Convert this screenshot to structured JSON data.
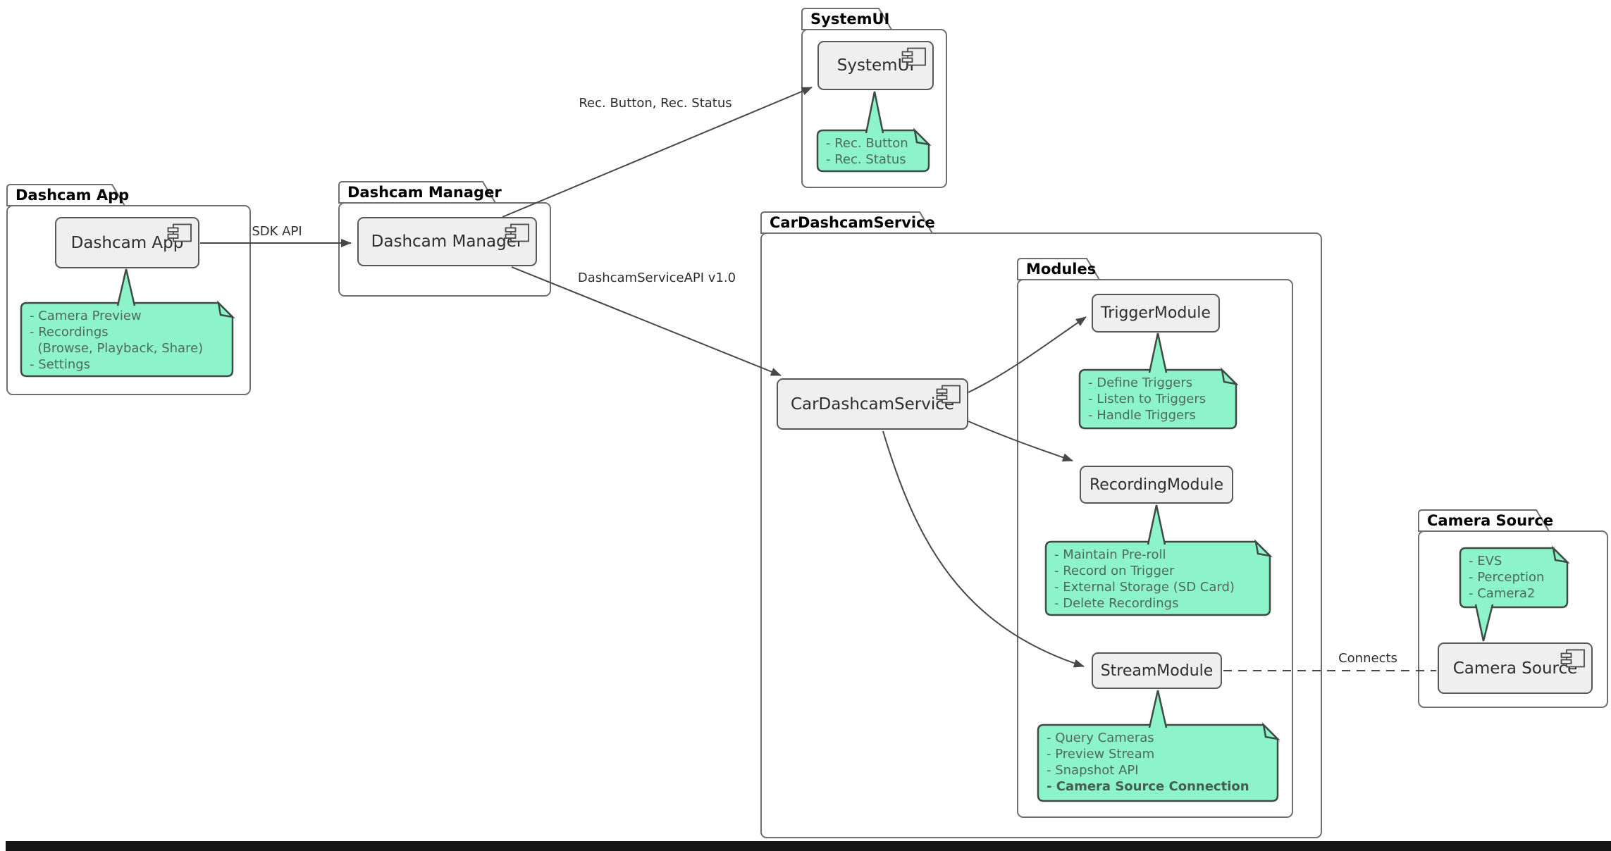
{
  "colors": {
    "note_fill": "#8DF3C8",
    "note_border": "#3F4A44",
    "note_text": "#4E6A5C",
    "component_fill": "#EFEFEF",
    "component_border": "#585858",
    "package_border": "#6F6F6F",
    "edge": "#484848",
    "bottom_bar": "#141414"
  },
  "packages": {
    "dashcam_app": {
      "title": "Dashcam App"
    },
    "dashcam_manager": {
      "title": "Dashcam Manager"
    },
    "systemui": {
      "title": "SystemUI"
    },
    "car_dashcam_service": {
      "title": "CarDashcamService"
    },
    "modules": {
      "title": "Modules"
    },
    "camera_source": {
      "title": "Camera Source"
    }
  },
  "components": {
    "dashcam_app": {
      "label": "Dashcam App"
    },
    "dashcam_manager": {
      "label": "Dashcam Manager"
    },
    "systemui": {
      "label": "SystemUI"
    },
    "car_dashcam_service": {
      "label": "CarDashcamService"
    },
    "trigger_module": {
      "label": "TriggerModule"
    },
    "recording_module": {
      "label": "RecordingModule"
    },
    "stream_module": {
      "label": "StreamModule"
    },
    "camera_source": {
      "label": "Camera Source"
    }
  },
  "notes": {
    "dashcam_app": {
      "lines": [
        "- Camera Preview",
        "- Recordings",
        "  (Browse, Playback, Share)",
        "- Settings"
      ]
    },
    "systemui": {
      "lines": [
        "- Rec. Button",
        "- Rec. Status"
      ]
    },
    "trigger_module": {
      "lines": [
        "- Define Triggers",
        "- Listen to Triggers",
        "- Handle Triggers"
      ]
    },
    "recording_module": {
      "lines": [
        "- Maintain Pre-roll",
        "- Record on Trigger",
        "- External Storage (SD Card)",
        "- Delete Recordings"
      ]
    },
    "stream_module": {
      "lines": [
        "- Query Cameras",
        "- Preview Stream",
        "- Snapshot API",
        "- Camera Source Connection"
      ]
    },
    "camera_source": {
      "lines": [
        "- EVS",
        "- Perception",
        "- Camera2"
      ]
    }
  },
  "edges": {
    "sdk_api": {
      "label": "SDK API"
    },
    "rec_status": {
      "label": "Rec. Button, Rec. Status"
    },
    "dashcam_service_api": {
      "label": "DashcamServiceAPI v1.0"
    },
    "connects": {
      "label": "Connects"
    }
  }
}
